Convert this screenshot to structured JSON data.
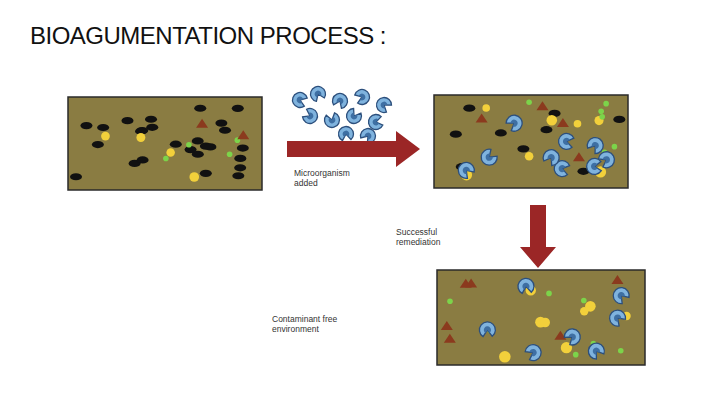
{
  "diagram": {
    "title": "BIOAGUMENTATION PROCESS :",
    "labels": [
      "Microorganism added",
      "Successful remediation",
      "Contaminant free environment"
    ]
  }
}
